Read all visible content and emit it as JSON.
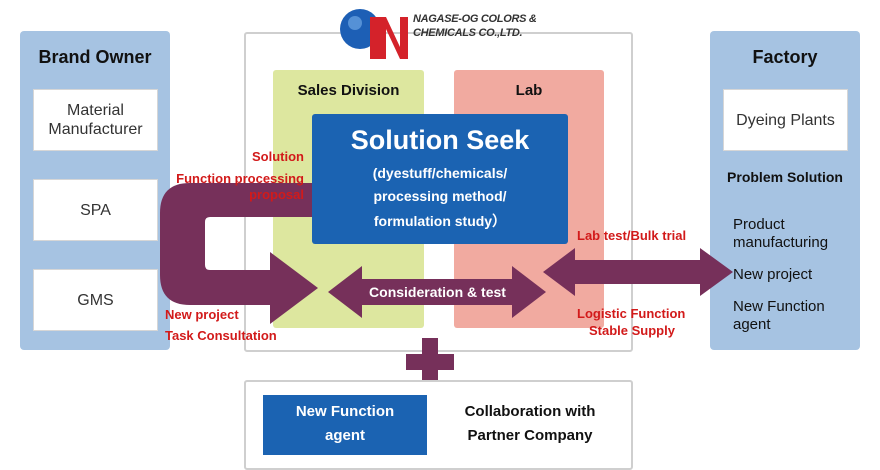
{
  "logo": {
    "text_line1": "NAGASE-OG COLORS &",
    "text_line2": "CHEMICALS CO.,LTD."
  },
  "brand_owner": {
    "title": "Brand Owner",
    "items": [
      "Material\nManufacturer",
      "SPA",
      "GMS"
    ]
  },
  "sales_division": {
    "title": "Sales Division"
  },
  "lab": {
    "title": "Lab"
  },
  "solution_seek": {
    "title": "Solution Seek",
    "line1": "(dyestuff/chemicals/",
    "line2": "processing method/",
    "line3": "formulation study）"
  },
  "consideration": {
    "label": "Consideration & test"
  },
  "left_labels": {
    "solution": "Solution",
    "function_proposal_1": "Function processing",
    "function_proposal_2": "proposal",
    "new_project": "New project",
    "task_consultation": "Task Consultation"
  },
  "right_labels": {
    "lab_test": "Lab test/Bulk trial",
    "logistic_function": "Logistic Function",
    "stable_supply": "Stable Supply"
  },
  "factory": {
    "title": "Factory",
    "plant": "Dyeing Plants",
    "problem_solution": "Problem Solution",
    "items": [
      "Product\nmanufacturing",
      "New project",
      "New Function\nagent"
    ]
  },
  "bottom": {
    "agent_line1": "New Function",
    "agent_line2": "agent",
    "collab_line1": "Collaboration with",
    "collab_line2": "Partner Company"
  },
  "colors": {
    "panel_blue": "#a6c3e2",
    "sales_green": "#dde79f",
    "lab_pink": "#f1aaa0",
    "solution_blue": "#1b63b2",
    "arrow_purple": "#76305a",
    "label_red": "#d21a1a"
  }
}
